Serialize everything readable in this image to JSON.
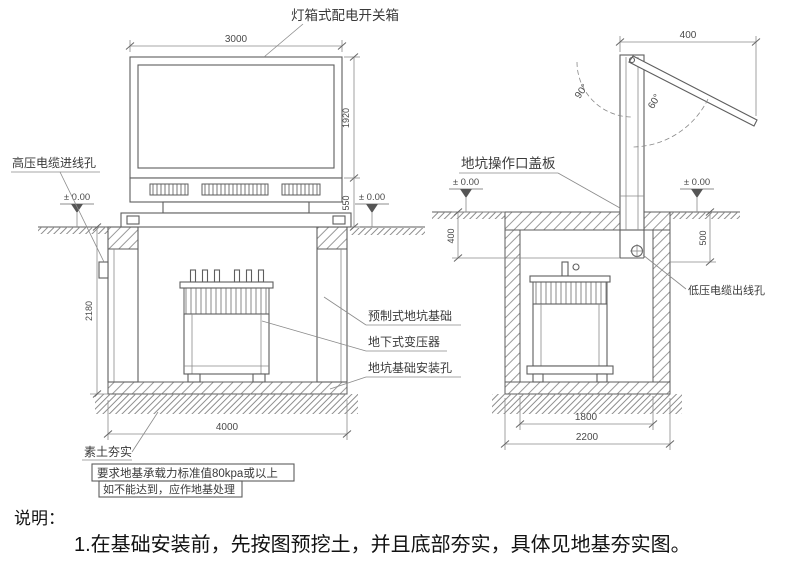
{
  "front_view": {
    "label_switchbox": "灯箱式配电开关箱",
    "dim_width": "3000",
    "dim_box_height": "1920",
    "dim_base_height": "550",
    "dim_pit_depth": "2180",
    "dim_pit_width": "4000",
    "level_left": "± 0.00",
    "level_right": "± 0.00",
    "label_hv_inlet": "高压电缆进线孔",
    "label_precast_pit": "预制式地坑基础",
    "label_transformer": "地下式变压器",
    "label_anchor_hole": "地坑基础安装孔",
    "label_soil": "素土夯实",
    "note_bearing": "要求地基承载力标准值80kpa或以上",
    "note_treatment": "如不能达到，应作地基处理"
  },
  "side_view": {
    "dim_depth": "400",
    "angle_90": "90°",
    "angle_60": "60°",
    "label_cover": "地坑操作口盖板",
    "level_left": "± 0.00",
    "level_right": "± 0.00",
    "dim_opening": "400",
    "dim_right": "500",
    "label_lv_outlet": "低压电缆出线孔",
    "dim_inner_width": "1800",
    "dim_outer_width": "2200"
  },
  "notes": {
    "heading": "说明：",
    "item1": "1.在基础安装前，先按图预挖土，并且底部夯实，具体见地基夯实图。"
  },
  "colors": {
    "line": "#5e5e5e",
    "thin_line": "#8a8a8a",
    "text": "#3a3a3a",
    "note_text": "#121212",
    "background": "#ffffff"
  }
}
